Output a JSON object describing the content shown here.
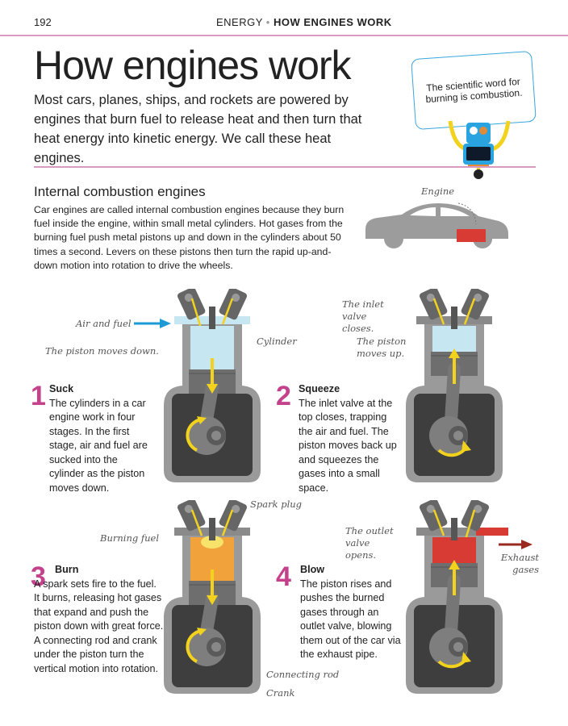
{
  "header": {
    "page_number": "192",
    "section": "ENERGY",
    "separator": "•",
    "chapter": "HOW ENGINES WORK"
  },
  "title": "How engines work",
  "intro": "Most cars, planes, ships, and rockets are powered by engines that burn fuel to release heat and then turn that heat energy into kinetic energy. We call these heat engines.",
  "robot_note": "The scientific word for burning is combustion.",
  "section": {
    "heading": "Internal combustion engines",
    "body": "Car engines are called internal combustion engines because they burn fuel inside the engine, within small metal cylinders. Hot gases from the burning fuel push metal pistons up and down in the cylinders about 50 times a second. Levers on these pistons then turn the rapid up-and-down motion into rotation to drive the wheels."
  },
  "car_label": "Engine",
  "labels": {
    "air_fuel": "Air and fuel",
    "piston_down": "The piston moves down.",
    "cylinder": "Cylinder",
    "inlet_closes": "The inlet valve closes.",
    "piston_up": "The piston moves up.",
    "spark_plug": "Spark plug",
    "burning_fuel": "Burning fuel",
    "outlet_opens": "The outlet valve opens.",
    "exhaust": "Exhaust gases",
    "connecting_rod": "Connecting rod",
    "crank": "Crank"
  },
  "steps": [
    {
      "number": "1",
      "title": "Suck",
      "text": "The cylinders in a car engine work in four stages. In the first stage, air and fuel are sucked into the cylinder as the piston moves down."
    },
    {
      "number": "2",
      "title": "Squeeze",
      "text": "The inlet valve at the top closes, trapping the air and fuel. The piston moves back up and squeezes the gases into a small space."
    },
    {
      "number": "3",
      "title": "Burn",
      "text": "A spark sets fire to the fuel. It burns, releasing hot gases that expand and push the piston down with great force. A connecting rod and crank under the piston turn the vertical motion into rotation."
    },
    {
      "number": "4",
      "title": "Blow",
      "text": "The piston rises and pushes the burned gases through an outlet valve, blowing them out of the car via the exhaust pipe."
    }
  ],
  "colors": {
    "accent": "#c4418c",
    "rule": "#d79bc0",
    "air": "#c6e6f2",
    "burn": "#f2a23a",
    "exhaust": "#d83a34",
    "arrow": "#f2d21d",
    "blue_arrow": "#1b9ad6"
  }
}
